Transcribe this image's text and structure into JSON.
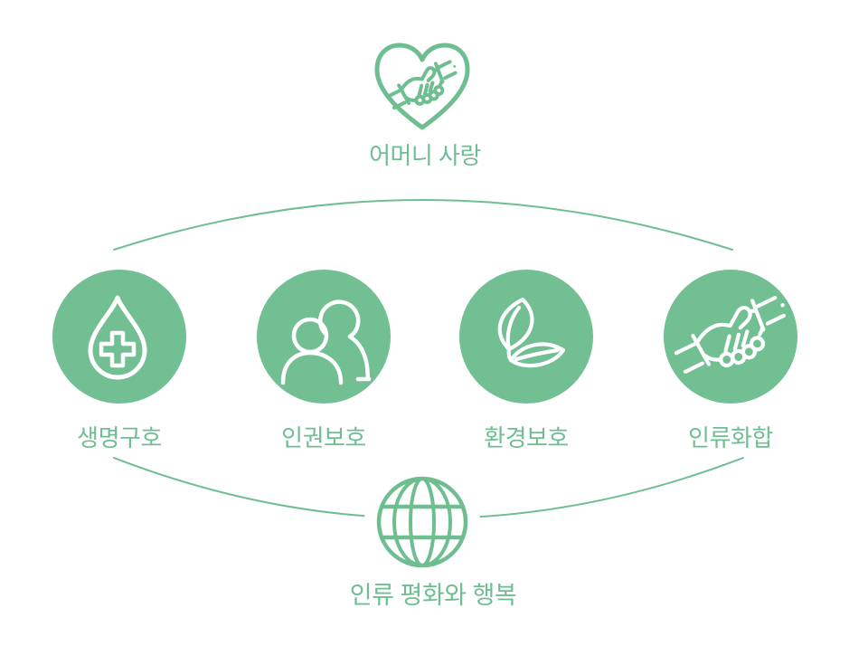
{
  "header": {
    "icon": "heart-handshake-icon",
    "label": "어머니 사랑"
  },
  "pillars": [
    {
      "id": "life-rescue",
      "icon": "water-drop-medical-cross-icon",
      "label": "생명구호"
    },
    {
      "id": "human-rights",
      "icon": "people-icon",
      "label": "인권보호"
    },
    {
      "id": "environment",
      "icon": "leaves-icon",
      "label": "환경보호"
    },
    {
      "id": "human-unity",
      "icon": "handshake-icon",
      "label": "인류화합"
    }
  ],
  "footer": {
    "icon": "globe-icon",
    "label": "인류 평화와 행복"
  },
  "colors": {
    "accent_green": "#6FBE91",
    "circle_fill": "#71BF93",
    "icon_stroke_on_circle": "#FFFFFF",
    "background": "#FFFFFF"
  }
}
